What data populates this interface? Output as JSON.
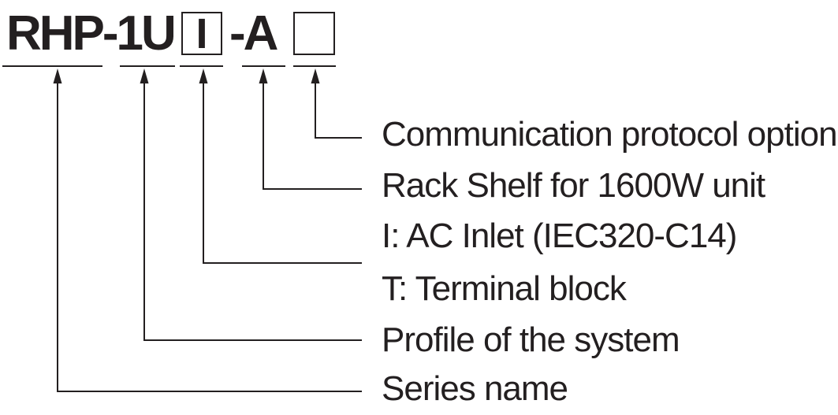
{
  "model_code": {
    "series_profile": "RHP-1U",
    "io_option": "I",
    "shelf_suffix": "-A",
    "protocol_option": ""
  },
  "callouts": [
    {
      "label": "Communication protocol option"
    },
    {
      "label": "Rack Shelf for 1600W unit"
    },
    {
      "label": "I: AC Inlet (IEC320-C14)"
    },
    {
      "label": "T: Terminal block"
    },
    {
      "label": "Profile of the system"
    },
    {
      "label": "Series name"
    }
  ],
  "colors": {
    "ink": "#231f20",
    "background": "#ffffff"
  }
}
